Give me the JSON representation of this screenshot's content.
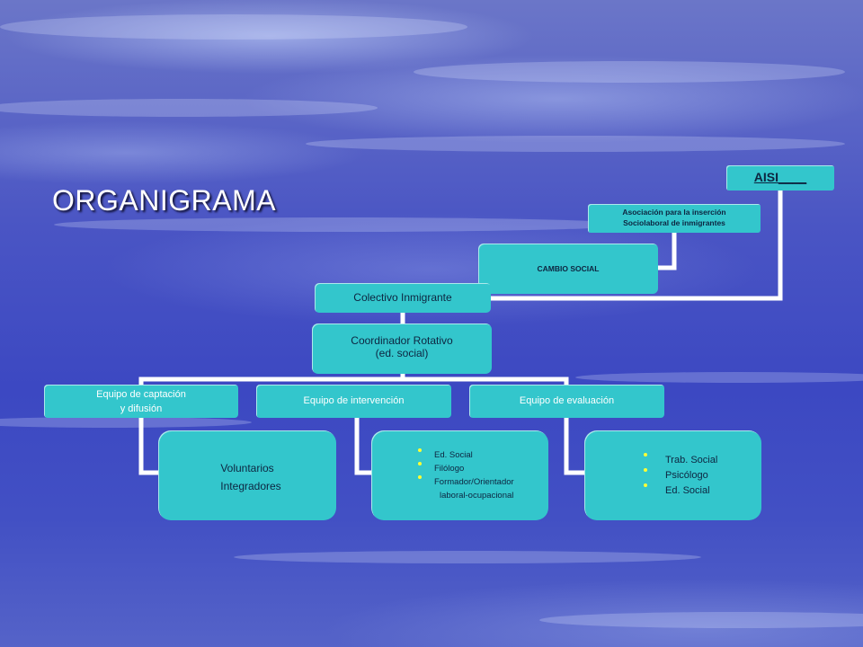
{
  "title": "ORGANIGRAMA",
  "top": {
    "aisi": "AISI",
    "aisi_line": "____",
    "association_line1": "Asociación para la inserción",
    "association_line2": "Sociolaboral de inmigrantes",
    "cambio": "CAMBIO SOCIAL"
  },
  "collective": "Colectivo Inmigrante",
  "coordinator": {
    "line1": "Coordinador Rotativo",
    "line2": "(ed. social)"
  },
  "teams": [
    {
      "label_line1": "Equipo de captación",
      "label_line2": "y difusión",
      "members": [
        "Voluntarios",
        "Integradores"
      ]
    },
    {
      "label_line1": "Equipo de intervención",
      "members": [
        "Ed. Social",
        "Filólogo",
        "Formador/Orientador",
        "laboral-ocupacional"
      ]
    },
    {
      "label_line1": "Equipo de  evaluación",
      "members": [
        "Trab. Social",
        "Psicólogo",
        "Ed. Social"
      ]
    }
  ],
  "colors": {
    "box": "#33c6cc",
    "connector": "#ffffff",
    "bullet": "#ffff33"
  }
}
